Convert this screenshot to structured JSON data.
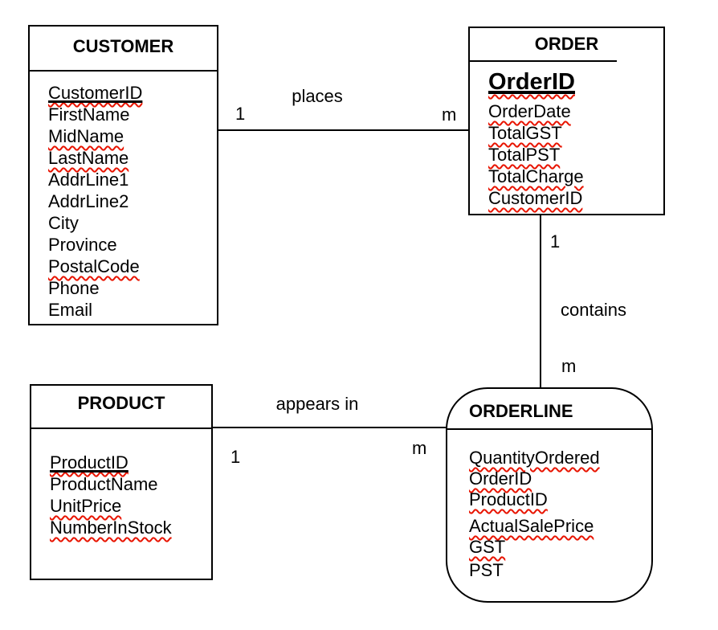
{
  "entities": [
    {
      "title": "CUSTOMER",
      "shape": "rectangle",
      "attributes": [
        {
          "label": "CustomerID",
          "primary_key": true,
          "spellcheck_underline": true
        },
        {
          "label": "FirstName",
          "primary_key": false,
          "spellcheck_underline": false
        },
        {
          "label": "MidName",
          "primary_key": false,
          "spellcheck_underline": true
        },
        {
          "label": "LastName",
          "primary_key": false,
          "spellcheck_underline": true
        },
        {
          "label": "AddrLine1",
          "primary_key": false,
          "spellcheck_underline": false
        },
        {
          "label": "AddrLine2",
          "primary_key": false,
          "spellcheck_underline": false
        },
        {
          "label": "City",
          "primary_key": false,
          "spellcheck_underline": false
        },
        {
          "label": "Province",
          "primary_key": false,
          "spellcheck_underline": false
        },
        {
          "label": "PostalCode",
          "primary_key": false,
          "spellcheck_underline": true
        },
        {
          "label": "Phone",
          "primary_key": false,
          "spellcheck_underline": false
        },
        {
          "label": "Email",
          "primary_key": false,
          "spellcheck_underline": false
        }
      ]
    },
    {
      "title": "ORDER",
      "shape": "rectangle",
      "attributes": [
        {
          "label": "OrderID",
          "primary_key": true,
          "spellcheck_underline": true,
          "emphasized": true
        },
        {
          "label": "OrderDate",
          "primary_key": false,
          "spellcheck_underline": true
        },
        {
          "label": "TotalGST",
          "primary_key": false,
          "spellcheck_underline": true
        },
        {
          "label": "TotalPST",
          "primary_key": false,
          "spellcheck_underline": true
        },
        {
          "label": "TotalCharge",
          "primary_key": false,
          "spellcheck_underline": true
        },
        {
          "label": "CustomerID",
          "primary_key": false,
          "spellcheck_underline": true
        }
      ]
    },
    {
      "title": "PRODUCT",
      "shape": "rectangle",
      "attributes": [
        {
          "label": "ProductID",
          "primary_key": true,
          "spellcheck_underline": true
        },
        {
          "label": "ProductName",
          "primary_key": false,
          "spellcheck_underline": false
        },
        {
          "label": "UnitPrice",
          "primary_key": false,
          "spellcheck_underline": true
        },
        {
          "label": "NumberInStock",
          "primary_key": false,
          "spellcheck_underline": true
        }
      ]
    },
    {
      "title": "ORDERLINE",
      "shape": "rounded-rectangle",
      "attributes": [
        {
          "label": "QuantityOrdered",
          "primary_key": false,
          "spellcheck_underline": true
        },
        {
          "label": "OrderID",
          "primary_key": false,
          "spellcheck_underline": true
        },
        {
          "label": "ProductID",
          "primary_key": false,
          "spellcheck_underline": true
        },
        {
          "label": "ActualSalePrice",
          "primary_key": false,
          "spellcheck_underline": true
        },
        {
          "label": "GST",
          "primary_key": false,
          "spellcheck_underline": true
        },
        {
          "label": "PST",
          "primary_key": false,
          "spellcheck_underline": false
        }
      ]
    }
  ],
  "relationships": [
    {
      "label": "places",
      "from_entity": "CUSTOMER",
      "to_entity": "ORDER",
      "from_cardinality": "1",
      "to_cardinality": "m"
    },
    {
      "label": "contains",
      "from_entity": "ORDER",
      "to_entity": "ORDERLINE",
      "from_cardinality": "1",
      "to_cardinality": "m"
    },
    {
      "label": "appears in",
      "from_entity": "PRODUCT",
      "to_entity": "ORDERLINE",
      "from_cardinality": "1",
      "to_cardinality": "m"
    }
  ],
  "colors": {
    "line": "#000000",
    "text": "#000000",
    "spellcheck": "#e81400",
    "background": "#ffffff"
  }
}
